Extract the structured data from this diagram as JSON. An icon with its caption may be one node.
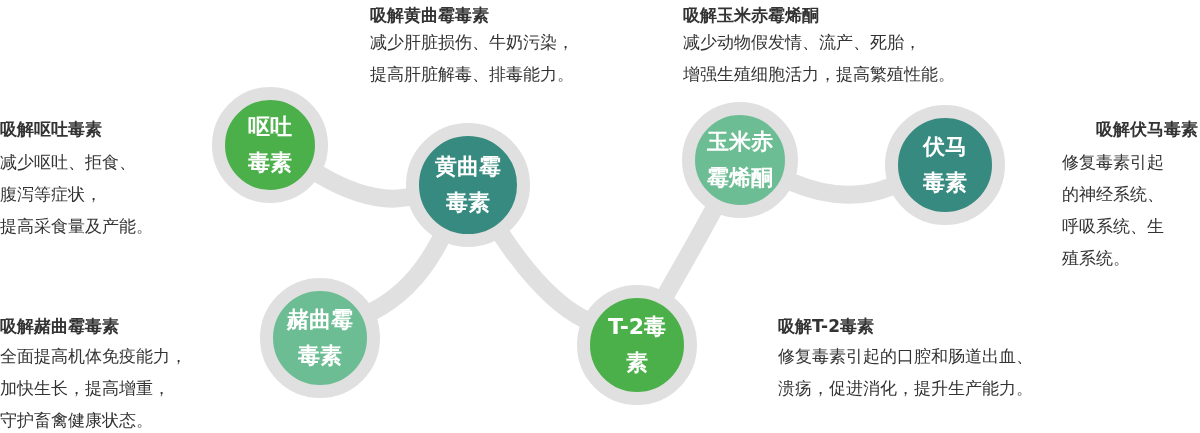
{
  "diagram": {
    "nodes": [
      {
        "text": [
          "呕吐毒素"
        ],
        "beside": [
          "吸解呕吐毒素",
          "减少呕吐、拒食、腹泻等症状，提高采食量及产能。"
        ]
      },
      {
        "text": [
          "黄曲霉毒素"
        ],
        "beside": [
          "吸解黄曲霉毒素",
          "减少肝脏损伤、牛奶污染，提高肝脏解毒、排毒能力。"
        ]
      },
      {
        "text": [
          "玉米赤霉烯酮"
        ],
        "beside": [
          "吸解玉米赤霉烯酮",
          "减少动物假发情、流产、死胎，增强生殖细胞活力，提高繁殖性能。"
        ]
      },
      {
        "text": [
          "伏马毒素"
        ],
        "beside": [
          "吸解伏马毒素",
          "修复毒素引起的神经系统、呼吸系统、生殖系统。"
        ]
      },
      {
        "text": [
          "赭曲霉毒素"
        ],
        "beside": [
          "吸解赭曲霉毒素",
          "全面提高机体免疫能力，加快生长，提高增重，守护畜禽健康状态。"
        ]
      },
      {
        "text": [
          "T-2毒素"
        ],
        "beside": [
          "吸解T-2毒素",
          "修复毒素引起的口腔和肠道出血、溃疡，促进消化，提升生产能力。"
        ]
      }
    ],
    "edges": [
      {
        "from": 0,
        "to": 1,
        "arrow": "none"
      },
      {
        "from": 1,
        "to": 4,
        "arrow": "none"
      },
      {
        "from": 1,
        "to": 5,
        "arrow": "none"
      },
      {
        "from": 5,
        "to": 2,
        "arrow": "none"
      },
      {
        "from": 2,
        "to": 3,
        "arrow": "none"
      }
    ]
  }
}
